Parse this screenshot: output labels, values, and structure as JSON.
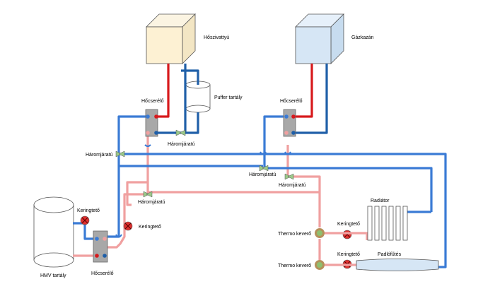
{
  "labels": {
    "heat_pump": "Hőszivattyú",
    "gas_boiler": "Gázkazán",
    "buffer_tank": "Puffer tartály",
    "hx_left": "Hőcserélő",
    "hx_right": "Hőcserélő",
    "hx_bottom": "Hőcserélő",
    "valve_1": "Háromjáratú",
    "valve_2": "Háromjáratú",
    "valve_3": "Háromjáratú",
    "valve_4": "Háromjáratú",
    "valve_5": "Háromjáratú",
    "pump_1": "Keringtető",
    "pump_2": "Keringtető",
    "pump_3": "Keringtető",
    "pump_4": "Keringtető",
    "radiator": "Radiátor",
    "floor_heating": "Padlófűtés",
    "mixer_1": "Thermo keverő",
    "mixer_2": "Thermo keverő",
    "dhw_tank": "HMV tartály"
  },
  "colors": {
    "hot": "#d7191c",
    "cold": "#1f5fa8",
    "cold_light": "#3a7bd5",
    "return_pink": "#f0a0a0",
    "heat_pump_fill": "#fdf1d3",
    "gas_boiler_fill": "#d6e6f5",
    "hx_fill": "#a8a8a8",
    "pump_fill": "#e0302f",
    "valve": "#9bc98a",
    "mixer_outer": "#b5905a",
    "mixer_inner": "#8fc06f",
    "floor_fill": "#d6e6f5"
  }
}
